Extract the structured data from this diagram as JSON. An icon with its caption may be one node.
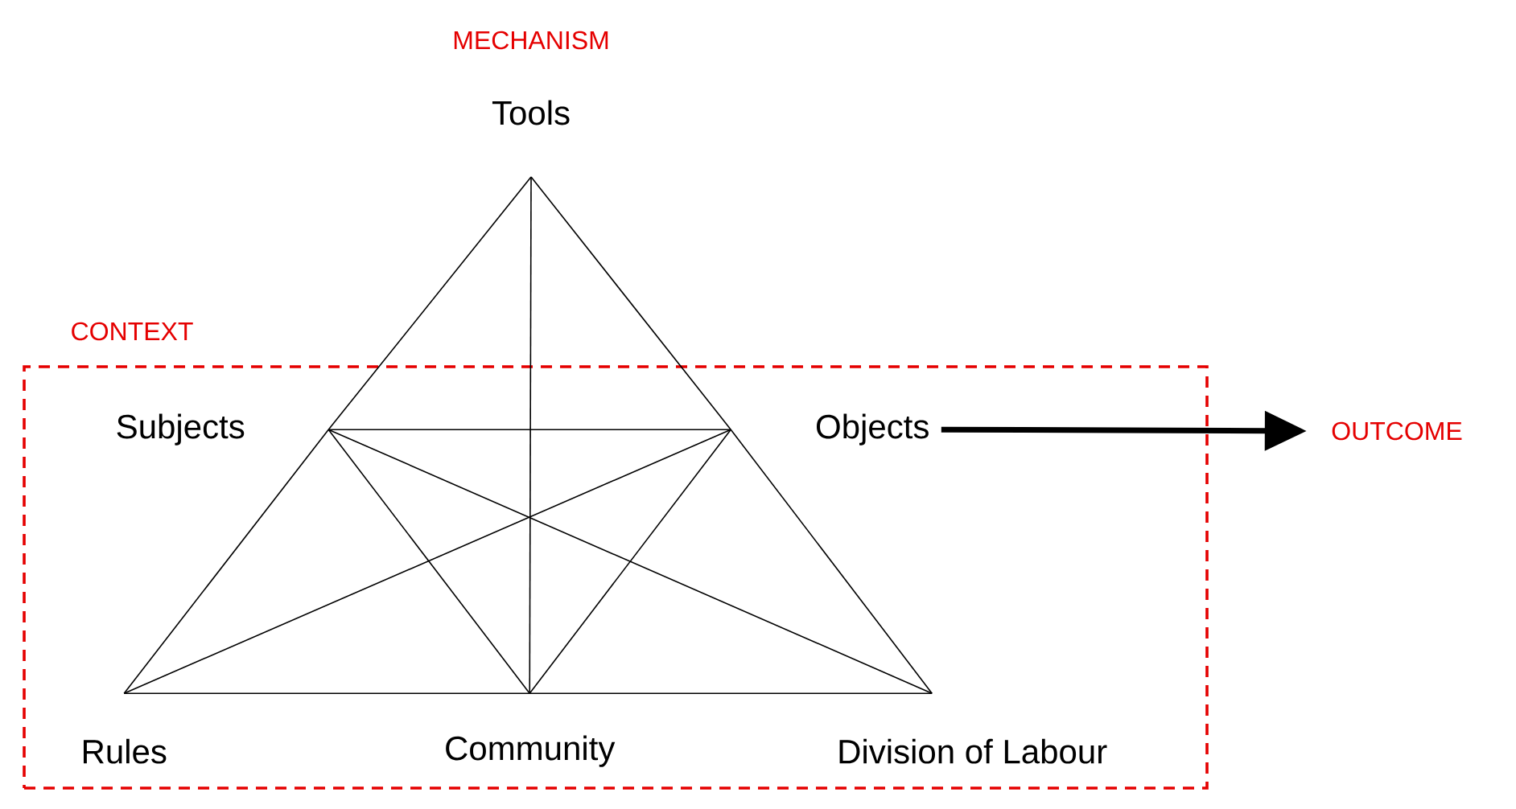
{
  "diagram": {
    "nodes": [
      {
        "text": [
          "Tools"
        ]
      },
      {
        "text": [
          "CONTEXT"
        ]
      },
      {
        "text": [
          "Subjects"
        ],
        "in": 1
      },
      {
        "text": [
          "Objects"
        ],
        "in": 1
      },
      {
        "text": [
          "OUTCOME"
        ]
      },
      {
        "text": [
          "Rules"
        ],
        "in": 1
      },
      {
        "text": [
          "Community"
        ],
        "in": 1
      },
      {
        "text": [
          "Division of Labour"
        ],
        "in": 1
      }
    ],
    "edges": [
      {
        "from": 0,
        "to": 2,
        "arrow": "none"
      },
      {
        "from": 2,
        "to": 5,
        "arrow": "none"
      },
      {
        "from": 0,
        "to": 3,
        "arrow": "none"
      },
      {
        "from": 3,
        "to": 7,
        "arrow": "none"
      },
      {
        "from": 5,
        "to": 6,
        "arrow": "none"
      },
      {
        "from": 6,
        "to": 7,
        "arrow": "none"
      },
      {
        "from": 0,
        "to": 6,
        "arrow": "none"
      },
      {
        "from": 2,
        "to": 3,
        "arrow": "none"
      },
      {
        "from": 2,
        "to": 6,
        "arrow": "none"
      },
      {
        "from": 2,
        "to": 7,
        "arrow": "none"
      },
      {
        "from": 3,
        "to": 5,
        "arrow": "none"
      },
      {
        "from": 3,
        "to": 6,
        "arrow": "none"
      },
      {
        "from": 3,
        "to": 4,
        "arrow": "to",
        "style": "thick"
      }
    ],
    "labels": [
      "MECHANISM"
    ]
  }
}
